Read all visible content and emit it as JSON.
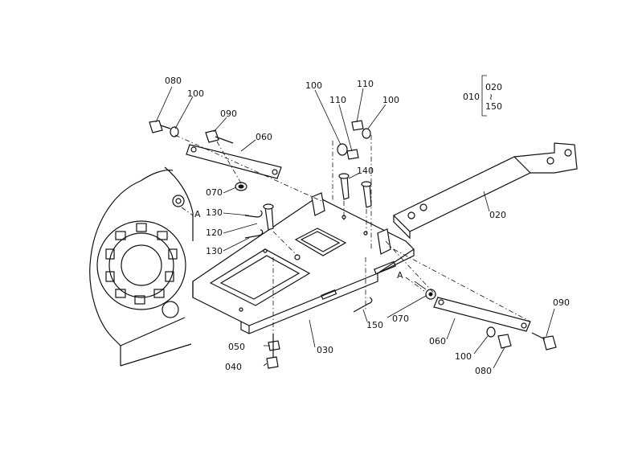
{
  "labels": {
    "p080_top": "080",
    "p100_top_left": "100",
    "p090_top": "090",
    "p060_top": "060",
    "p070_left": "070",
    "ref_a_left": "A",
    "p130_a": "130",
    "p120": "120",
    "p130_b": "130",
    "p100_top_mid": "100",
    "p110_a": "110",
    "p110_b": "110",
    "p100_top_right": "100",
    "p140": "140",
    "p010": "010",
    "p020_range": "020",
    "range_sep": "≀",
    "p150_range": "150",
    "p020": "020",
    "ref_a_right": "A",
    "p070_right": "070",
    "p150": "150",
    "p030": "030",
    "p050": "050",
    "p040": "040",
    "p060_bottom": "060",
    "p100_bottom": "100",
    "p080_bottom": "080",
    "p090_bottom": "090"
  }
}
